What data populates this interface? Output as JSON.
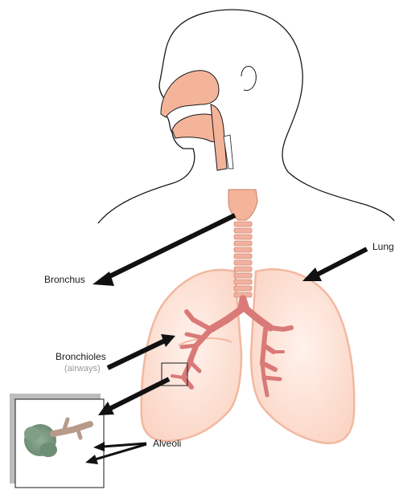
{
  "diagram": {
    "labels": {
      "bronchus": "Bronchus",
      "lung": "Lung",
      "bronchioles": "Bronchioles",
      "bronchioles_note": "(airways)",
      "alveoli": "Alveoli"
    },
    "colors": {
      "outline": "#1a1a1a",
      "skin": "#f4b49a",
      "airway": "#e8a08a",
      "lung_fill": "#fde6dc",
      "lung_edge": "#f2b8a0",
      "bronchiole": "#d97a78",
      "alveoli": "#7a9a80",
      "arrow": "#111111"
    }
  }
}
